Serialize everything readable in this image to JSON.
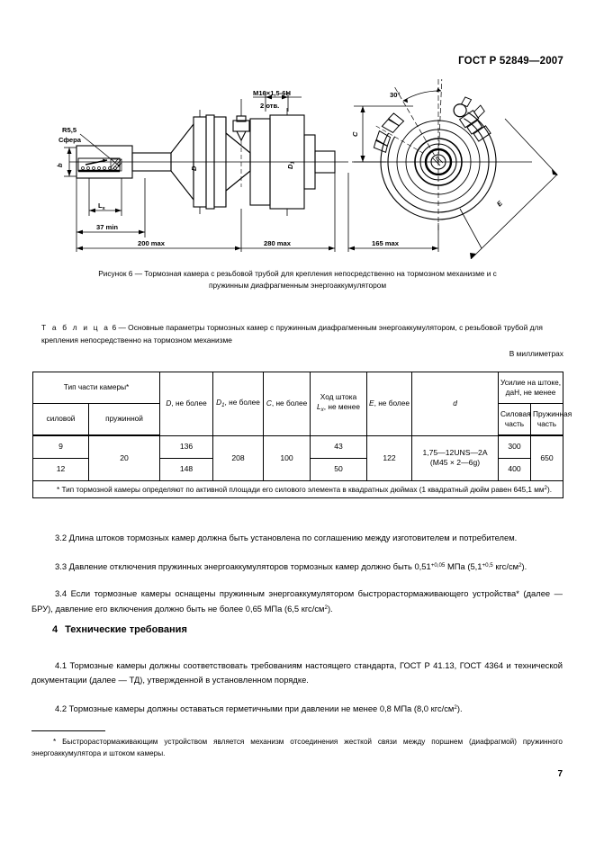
{
  "header": {
    "standard_number": "ГОСТ Р 52849—2007"
  },
  "figure": {
    "caption_line1": "Рисунок 6 — Тормозная камера с резьбовой трубой для крепления непосредственно на тормозном механизме и с",
    "caption_line2": "пружинным диафрагменным энергоаккумулятором",
    "labels": {
      "thread": "M16×1,5-6H",
      "holes": "2 отв.",
      "radius": "R5,5",
      "sphere": "Сфера",
      "dim_b": "b",
      "dim_Lx": "L",
      "dim_Lx_sub": "x",
      "dim_37min": "37 min",
      "dim_200max": "200 max",
      "dim_280max": "280 max",
      "dim_165max": "165 max",
      "dim_D": "D",
      "dim_D1": "D",
      "dim_D1_sub": "1",
      "angle_30": "30°",
      "dim_C": "C",
      "dim_E": "E"
    }
  },
  "table": {
    "title_prefix": "Т а б л и ц а",
    "title_number": "6",
    "title_text": "— Основные параметры тормозных камер с пружинным диафрагменным энергоаккумулятором, с резьбовой трубой для крепления непосредственно на тормозном механизме",
    "units_note": "В миллиметрах",
    "headers": {
      "chamber_type": "Тип части камеры*",
      "power": "силовой",
      "spring": "пружинной",
      "D": "D",
      "D_sub": "",
      "D_note": ", не более",
      "D1": "D",
      "D1_sub": "1",
      "D1_note": ", не более",
      "C": "C",
      "C_note": ", не более",
      "stroke_title": "Ход штока",
      "stroke_L": "L",
      "stroke_L_sub": "x",
      "stroke_note": ", не менее",
      "E": "E",
      "E_note": ", не более",
      "d": "d",
      "force_title": "Усилие на штоке, даН, не менее",
      "force_power": "Силовая часть",
      "force_spring": "Пружинная часть"
    },
    "rows": [
      {
        "power": "9",
        "spring": "20",
        "D": "136",
        "D1": "208",
        "C": "100",
        "stroke": "43",
        "E": "122",
        "d_line1": "1,75—12UNS—2A",
        "d_line2": "(M45 × 2—6g)",
        "force_power": "300",
        "force_spring": "650"
      },
      {
        "power": "12",
        "D": "148",
        "stroke": "50",
        "force_power": "400"
      }
    ],
    "footnote_marker": "*",
    "footnote": "Тип тормозной камеры определяют по активной площади его силового элемента в  квадратных дюймах (1 квадратный дюйм равен 645,1 мм",
    "footnote_sup": "2",
    "footnote_tail": ")."
  },
  "body": {
    "p32_num": "3.2",
    "p32": "Длина штоков тормозных камер должна быть установлена по соглашению между изготовителем и потребителем.",
    "p33_num": "3.3",
    "p33_a": "Давление отключения пружинных энергоаккумуляторов тормозных камер должно быть 0,51",
    "p33_sup1": "+0,05",
    "p33_b": " МПа (5,1",
    "p33_sup2": "+0,5",
    "p33_c": " кгс/см",
    "p33_sup3": "2",
    "p33_d": ").",
    "p34_num": "3.4",
    "p34_a": "Если тормозные камеры оснащены пружинным энергоаккумулятором быстрорастормаживающего устройства* (далее — БРУ), давление его включения должно быть не более 0,65 МПа (6,5 кгс/см",
    "p34_sup": "2",
    "p34_b": ").",
    "section4_num": "4",
    "section4_title": "Технические требования",
    "p41_num": "4.1",
    "p41": "Тормозные камеры должны соответствовать требованиям настоящего стандарта, ГОСТ Р 41.13, ГОСТ 4364 и технической документации (далее — ТД), утвержденной в установленном порядке.",
    "p42_num": "4.2",
    "p42_a": "Тормозные камеры должны оставаться герметичными при давлении не менее 0,8 МПа (8,0 кгс/см",
    "p42_sup": "2",
    "p42_b": ")."
  },
  "page_footnote": {
    "marker": "*",
    "text": "Быстрорастормаживающим устройством является механизм отсоединения жесткой связи между поршнем (диафрагмой) пружинного энергоаккумулятора и штоком камеры."
  },
  "page_number": "7"
}
